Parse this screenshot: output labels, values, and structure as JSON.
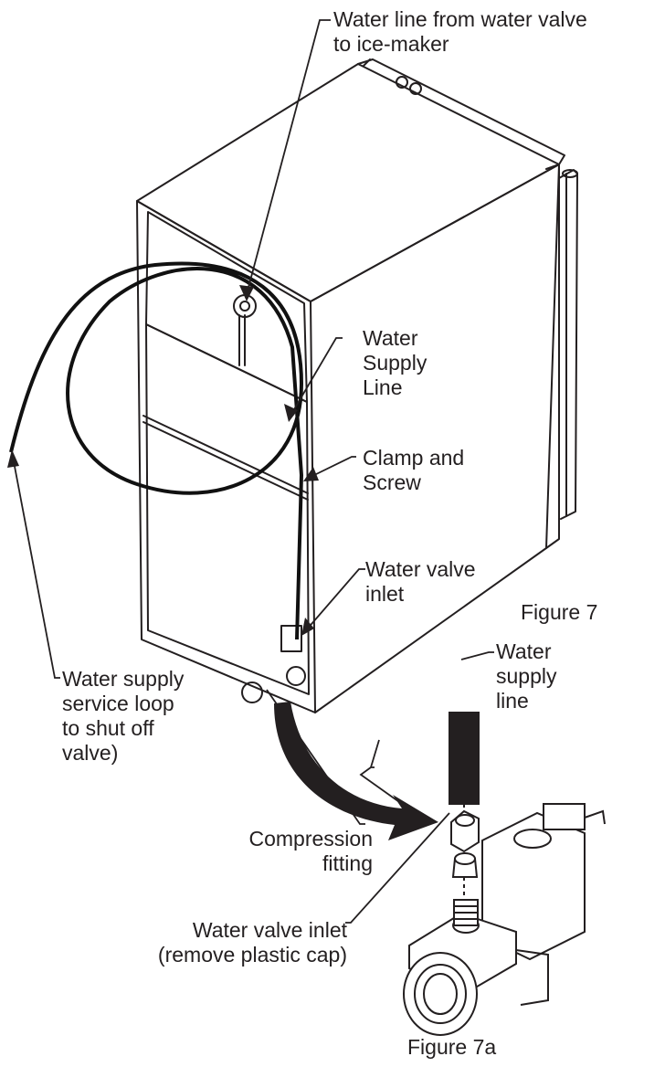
{
  "callouts": {
    "water_line_to_icemaker": [
      "Water line from water valve",
      "to ice-maker"
    ],
    "water_supply_line_upper": [
      "Water",
      "Supply",
      "Line"
    ],
    "clamp_and_screw": [
      "Clamp and",
      "Screw"
    ],
    "water_valve_inlet_upper": [
      "Water valve",
      "inlet"
    ],
    "figure_7": "Figure 7",
    "service_loop": [
      "Water supply",
      "service loop",
      "to shut off",
      "valve)"
    ],
    "water_supply_line_lower": [
      "Water",
      "supply",
      "line"
    ],
    "compression_fitting": [
      "Compression",
      "fitting"
    ],
    "water_valve_inlet_lower": [
      "Water valve inlet",
      "(remove plastic cap)"
    ],
    "figure_7a": "Figure 7a"
  }
}
